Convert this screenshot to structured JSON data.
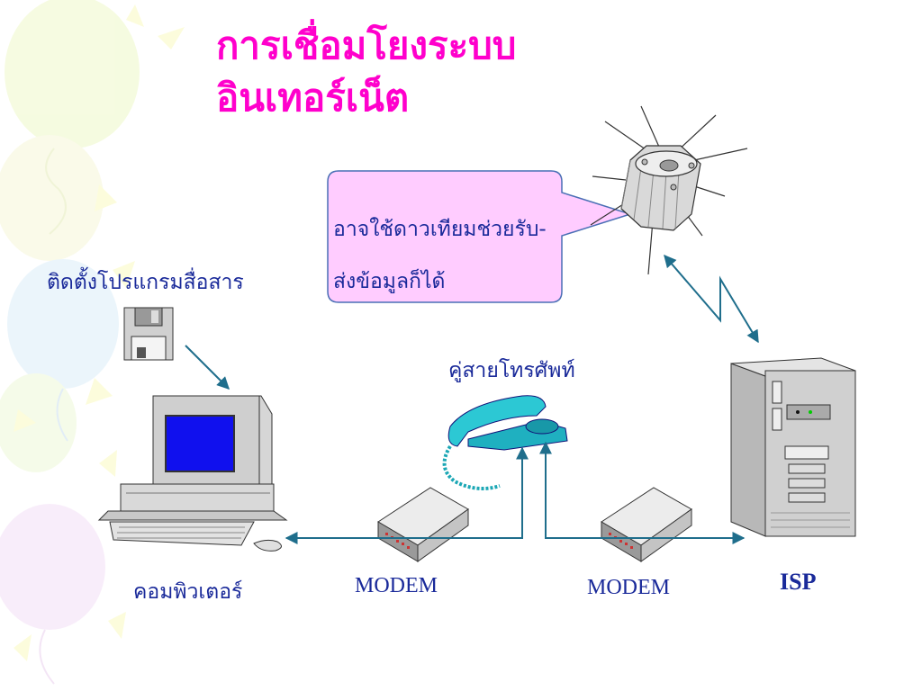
{
  "title_line1": "การเชื่อมโยงระบบ",
  "title_line2": "อินเทอร์เน็ต",
  "callout_text": "อาจใช้ดาวเทียมช่วยรับ-ส่งข้อมูลก็ได้",
  "labels": {
    "install_software": "ติดตั้งโปรแกรมสื่อสาร",
    "phone_line": "คู่สายโทรศัพท์",
    "computer": "คอมพิวเตอร์",
    "modem_left": "MODEM",
    "modem_right": "MODEM",
    "isp": "ISP"
  },
  "colors": {
    "title": "#ff00cc",
    "label": "#1a2a9a",
    "arrow": "#1f6e8c",
    "callout_fill": "#ffccff",
    "callout_border": "#4a6fb5"
  },
  "icons": [
    "balloon-icon",
    "floppy-disk-icon",
    "computer-icon",
    "telephone-icon",
    "modem-icon",
    "server-icon",
    "satellite-icon"
  ]
}
